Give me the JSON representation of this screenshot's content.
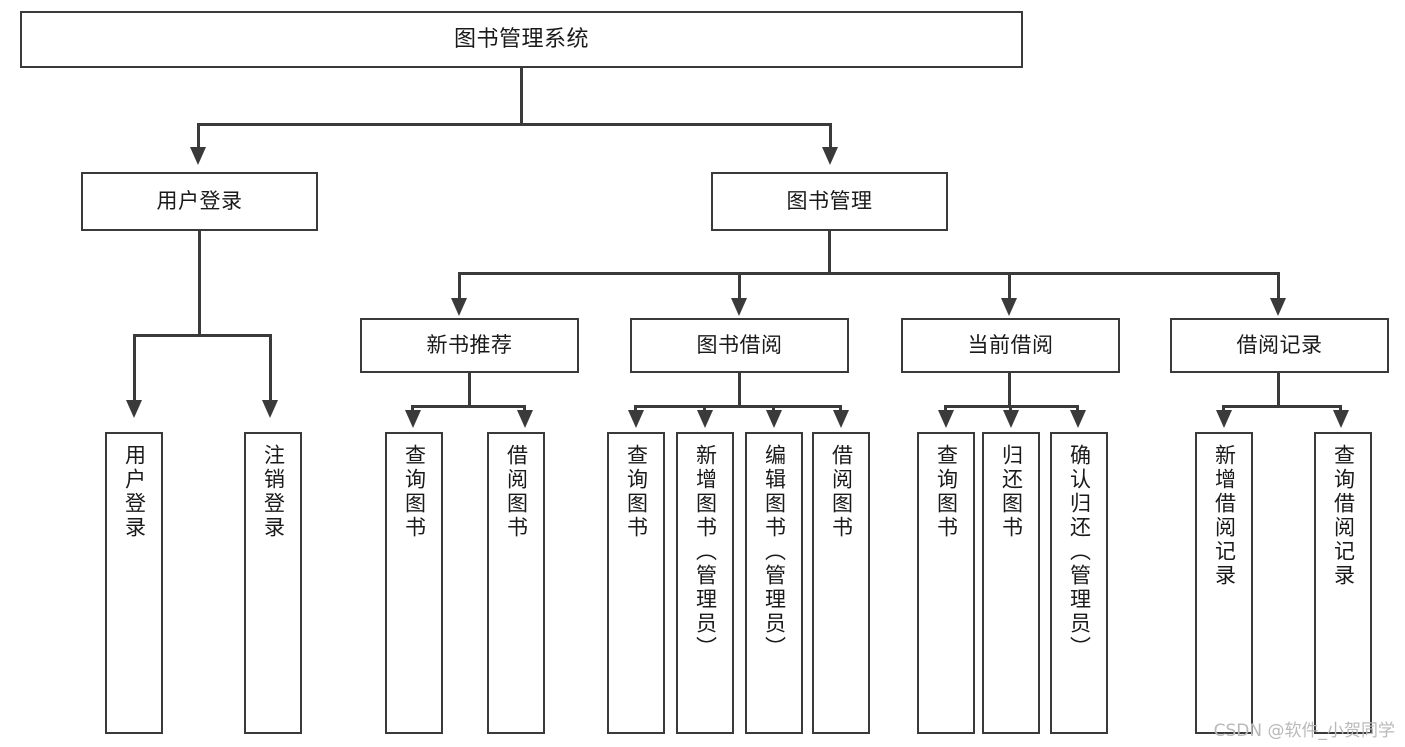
{
  "diagram": {
    "title": "图书管理系统",
    "root": {
      "label": "图书管理系统"
    },
    "level1": [
      {
        "label": "用户登录"
      },
      {
        "label": "图书管理"
      }
    ],
    "level2": [
      {
        "label": "新书推荐"
      },
      {
        "label": "图书借阅"
      },
      {
        "label": "当前借阅"
      },
      {
        "label": "借阅记录"
      }
    ],
    "leaves": {
      "user_login": [
        {
          "label": "用户登录"
        },
        {
          "label": "注销登录"
        }
      ],
      "new_book_recommend": [
        {
          "label": "查询图书"
        },
        {
          "label": "借阅图书"
        }
      ],
      "book_borrow": [
        {
          "label": "查询图书"
        },
        {
          "label": "新增图书（管理员）"
        },
        {
          "label": "编辑图书（管理员）"
        },
        {
          "label": "借阅图书"
        }
      ],
      "current_borrow": [
        {
          "label": "查询图书"
        },
        {
          "label": "归还图书"
        },
        {
          "label": "确认归还（管理员）"
        }
      ],
      "borrow_record": [
        {
          "label": "新增借阅记录"
        },
        {
          "label": "查询借阅记录"
        }
      ]
    }
  },
  "watermark": {
    "text": "CSDN @软件_小贺同学"
  },
  "colors": {
    "stroke": "#3a3a3a",
    "background": "#ffffff",
    "text": "#1a1a1a",
    "watermark": "#b9b9b9"
  }
}
